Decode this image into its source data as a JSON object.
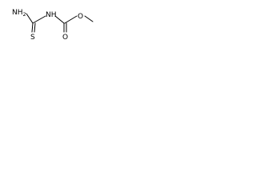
{
  "molecule": {
    "atoms": {
      "amine": {
        "main": "NH",
        "sub": "2"
      },
      "sulfur": "S",
      "imine": {
        "main": "NH"
      },
      "carbonyl_oxygen": "O",
      "ester_oxygen": "O"
    }
  }
}
